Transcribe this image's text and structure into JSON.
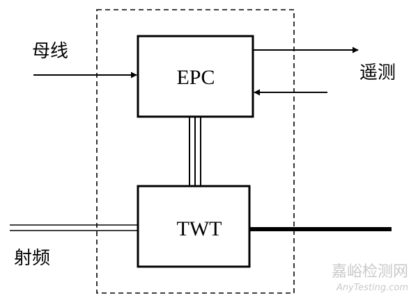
{
  "blocks": {
    "epc": "EPC",
    "twt": "TWT"
  },
  "labels": {
    "bus": "母线",
    "telemetry": "遥测",
    "rf": "射频"
  },
  "watermark": {
    "cn": "嘉峪检测网",
    "en": "AnyTesting.com"
  },
  "colors": {
    "stroke": "#000000",
    "watermark": "#c9c9c9"
  }
}
